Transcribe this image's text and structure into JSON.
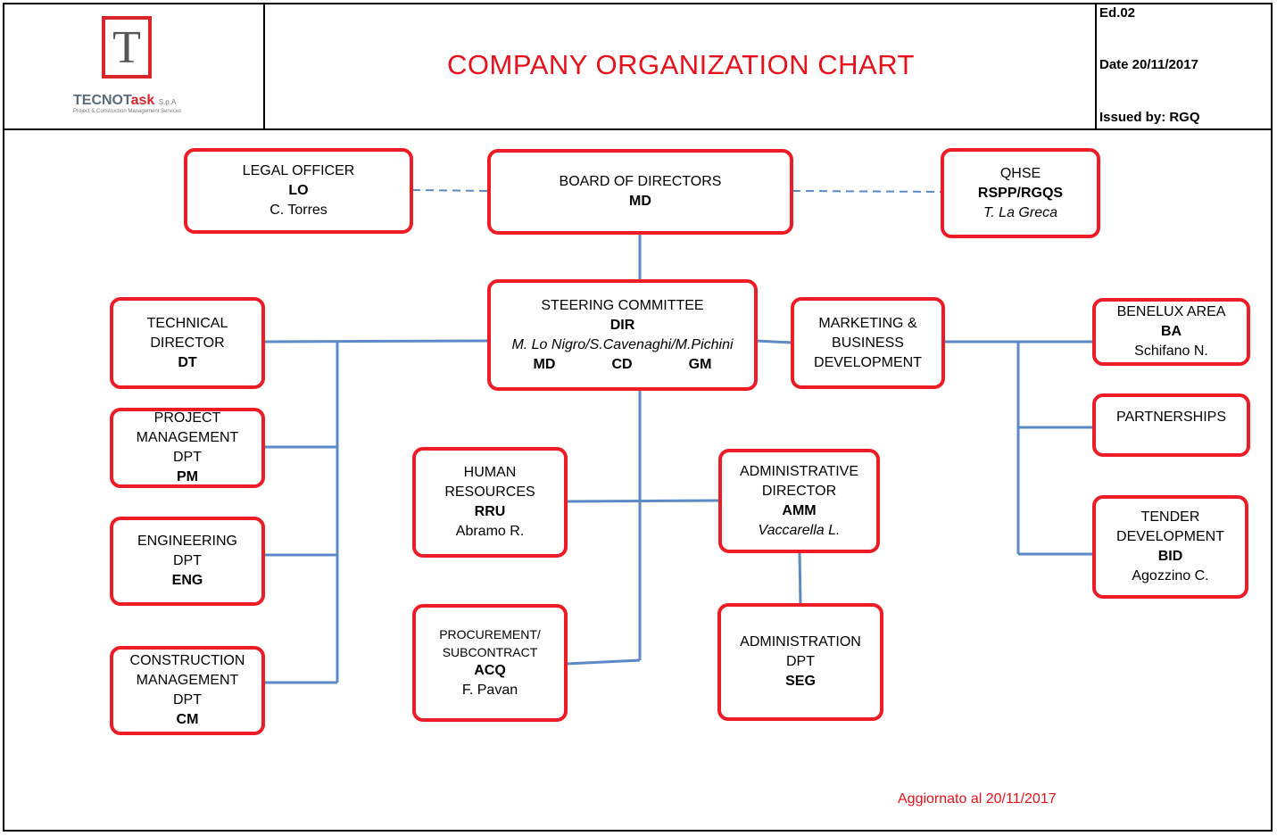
{
  "header": {
    "logo_text_main": "TECNOT",
    "logo_text_red": "ask",
    "logo_text_suffix": "S.p.A",
    "logo_subtitle": "Project & Construction Management Services",
    "title": "COMPANY ORGANIZATION CHART",
    "edition": "Ed.02",
    "date": "Date 20/11/2017",
    "issued_by": "Issued by: RGQ"
  },
  "nodes": {
    "legal": {
      "title": "LEGAL OFFICER",
      "code": "LO",
      "person": "C. Torres"
    },
    "board": {
      "title": "BOARD OF DIRECTORS",
      "code": "MD"
    },
    "qhse": {
      "title": "QHSE",
      "code": "RSPP/RGQS",
      "person": "T. La Greca"
    },
    "steering": {
      "title": "STEERING COMMITTEE",
      "code": "DIR",
      "person": "M. Lo Nigro/S.Cavenaghi/M.Pichini",
      "codes": [
        "MD",
        "CD",
        "GM"
      ]
    },
    "technical": {
      "line1": "TECHNICAL",
      "line2": "DIRECTOR",
      "code": "DT"
    },
    "pm": {
      "line1": "PROJECT",
      "line2": "MANAGEMENT",
      "line3": "DPT",
      "code": "PM"
    },
    "eng": {
      "line1": "ENGINEERING",
      "line2": "DPT",
      "code": "ENG"
    },
    "cm": {
      "line1": "CONSTRUCTION",
      "line2": "MANAGEMENT",
      "line3": "DPT",
      "code": "CM"
    },
    "hr": {
      "line1": "HUMAN",
      "line2": "RESOURCES",
      "code": "RRU",
      "person": "Abramo R."
    },
    "proc": {
      "line1": "PROCUREMENT/",
      "line2": "SUBCONTRACT",
      "code": "ACQ",
      "person": "F. Pavan"
    },
    "admdir": {
      "line1": "ADMINISTRATIVE",
      "line2": "DIRECTOR",
      "code": "AMM",
      "person": "Vaccarella L."
    },
    "adm": {
      "line1": "ADMINISTRATION",
      "line2": "DPT",
      "code": "SEG"
    },
    "marketing": {
      "line1": "MARKETING &",
      "line2": "BUSINESS",
      "line3": "DEVELOPMENT"
    },
    "benelux": {
      "title": "BENELUX AREA",
      "code": "BA",
      "person": "Schifano N."
    },
    "partnerships": {
      "title": "PARTNERSHIPS"
    },
    "tender": {
      "line1": "TENDER",
      "line2": "DEVELOPMENT",
      "code": "BID",
      "person": "Agozzino C."
    }
  },
  "footer": {
    "updated": "Aggiornato al 20/11/2017"
  },
  "colors": {
    "box_border": "#ee1c25",
    "connector": "#5b8ac6",
    "title": "#e8101a"
  }
}
